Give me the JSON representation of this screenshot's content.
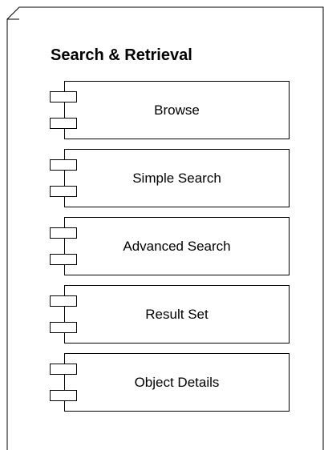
{
  "package": {
    "title": "Search & Retrieval"
  },
  "components": [
    {
      "label": "Browse"
    },
    {
      "label": "Simple Search"
    },
    {
      "label": "Advanced Search"
    },
    {
      "label": "Result Set"
    },
    {
      "label": "Object Details"
    }
  ]
}
